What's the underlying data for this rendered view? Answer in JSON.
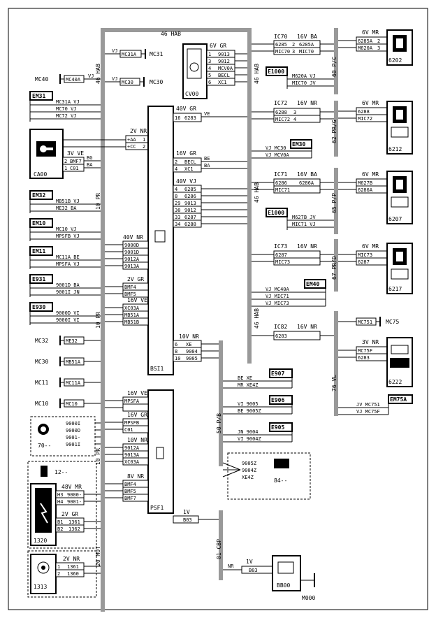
{
  "harness": {
    "h46_top": "46 HAB",
    "h46_left": "46 HAB",
    "h46_mid": "46 HAB",
    "h46_mid2": "46 HAB",
    "h46_low": "46 HAB",
    "h10_pr": "10 PR",
    "h10_pr2": "10 PR",
    "h10_pr3": "10 PR",
    "h20_mot": "20 MOT",
    "h50_pb": "50 P/B",
    "h01_cbp": "01 CBP",
    "h60_pc": "60 P/C",
    "h62_prg": "62 PR/G",
    "h65_pp": "65 P/P",
    "h67_prd": "67 PR/D",
    "h76_vl": "76 VL"
  },
  "components": {
    "mc31": "MC31",
    "mc30": "MC30",
    "mc40": "MC40",
    "mc32": "MC32",
    "mc11": "MC11",
    "mc10": "MC10",
    "mc75": "MC75",
    "m000": "M000",
    "em31": "EM31",
    "em32": "EM32",
    "em10": "EM10",
    "em11": "EM11",
    "e931": "E931",
    "e930": "E930",
    "ca00": "CA00",
    "cv00": "CV00",
    "bsi1": "BSI1",
    "psf1": "PSF1",
    "em30": "EM30",
    "e1000a": "E1000",
    "e1000b": "E1000",
    "em40": "EM40",
    "em75a": "EM75A",
    "e907": "E907",
    "e906": "E906",
    "e905": "E905",
    "c6202": "6202",
    "c6212": "6212",
    "c6207": "6207",
    "c6217": "6217",
    "c6222": "6222",
    "c70": "70--",
    "c12": "12--",
    "c1320": "1320",
    "c1313": "1313",
    "c84": "84--",
    "bb00": "BB00"
  },
  "connectors": {
    "mc31a": "MC31A",
    "mc30": "MC30",
    "mc40a": "MC40A",
    "me32": "ME32",
    "mb51a": "MB51A",
    "mc11a": "MC11A",
    "mc10": "MC10",
    "mc751": "MC751",
    "ic70": "IC70",
    "ic70_spec": "16V BA",
    "ic72": "IC72",
    "ic72_spec": "16V NR",
    "ic71": "IC71",
    "ic71_spec": "16V BA",
    "ic73": "IC73",
    "ic73_spec": "16V NR",
    "ic82": "IC82",
    "ic82_spec": "16V NR",
    "cv00_spec": "6V GR",
    "ca00_spec": "3V VE",
    "bsi_40gr": "40V GR",
    "bsi_2nr": "2V NR",
    "bsi_16gr": "16V GR",
    "bsi_40vj": "40V VJ",
    "bsi_40nr": "40V NR",
    "bsi_2gr": "2V GR",
    "bsi_16ve": "16V VE",
    "bsi_10nr": "10V NR",
    "psf_16ve": "16V VE",
    "psf_16gr": "16V GR",
    "psf_10nr": "10V NR",
    "psf_8nr": "8V NR",
    "psf_1v": "1V",
    "c6202_spec": "6V MR",
    "c6212_spec": "6V MR",
    "c6207_spec": "6V MR",
    "c6217_spec": "6V MR",
    "c6222_spec": "3V NR",
    "c1320_48": "48V MR",
    "c1320_2gr": "2V GR",
    "c1313_2nr": "2V NR",
    "bb00_1v": "1V"
  },
  "wires": {
    "mc31a_vj": "VJ",
    "mc30_vj": "VJ",
    "mc40a_vj": "VJ",
    "em31_1": "MC31A VJ",
    "em31_2": "MC70 VJ",
    "em31_3": "MC72 VJ",
    "ca_p1": "+AA",
    "ca_p2": "+CC",
    "ca_bmf7": "BMF7",
    "ca_c01": "C01",
    "ca_bg": "BG",
    "ca_ba": "BA",
    "em32_1": "MB51B VJ",
    "em32_2": "ME32 BA",
    "em10_1": "MC10 VJ",
    "em10_2": "MPSFB VJ",
    "em11_1": "MC11A BE",
    "em11_2": "MPSFA VJ",
    "e931_1": "9001D BA",
    "e931_2": "9001I JN",
    "e930_1": "9000D VI",
    "e930_2": "9000I VI",
    "bsi_6283": "6283",
    "bsi_ve": "VE",
    "bsi_becl": "BECL",
    "bsi_xc1": "XC1",
    "bsi_be": "BE",
    "bsi_ba": "BA",
    "bsi_6285": "6285",
    "bsi_6286": "6286",
    "bsi_9013": "9013",
    "bsi_9012": "9012",
    "bsi_6287": "6287",
    "bsi_6288": "6288",
    "bsi_n4": "4",
    "bsi_n8": "8",
    "bsi_n29": "29",
    "bsi_n30": "30",
    "bsi_n33": "33",
    "bsi_n34": "34",
    "bsi_9000d": "9000D",
    "bsi_9001d": "9001D",
    "bsi_9012a": "9012A",
    "bsi_9013a": "9013A",
    "bsi_bmf4": "BMF4",
    "bsi_bmf5": "BMF5",
    "bsi_xc03a": "XC03A",
    "bsi_mb51a": "MB51A",
    "bsi_mb51b": "MB51B",
    "bsi_xe": "XE",
    "bsi_9004": "9004",
    "bsi_9005": "9005",
    "psf_mpsfa": "MPSFA",
    "psf_mpsfb": "MPSFB",
    "psf_c01": "C01",
    "psf_9012a": "9012A",
    "psf_9013a": "9013A",
    "psf_xc03a": "XC03A",
    "psf_bmf4": "BMF4",
    "psf_bmf5": "BMF5",
    "psf_bmf7": "BMF7",
    "psf_b03": "B03",
    "cv_9013": "9013",
    "cv_9012": "9012",
    "cv_mcv0a": "MCV0A",
    "cv_becl": "BECL",
    "cv_xc1": "XC1",
    "ic70_6285": "6285",
    "ic70_6285a": "6285A",
    "ic70_mic70": "MIC70",
    "ic70_mic70b": "MIC70",
    "e1000_1": "M620A VJ",
    "e1000_2": "MIC70 JV",
    "em30_1": "VJ   MC30",
    "em30_2": "VJ   MCV0A",
    "ic72_6288": "6288",
    "ic72_mic72": "MIC72",
    "ic71_6286": "6286",
    "ic71_6286a": "6286A",
    "ic71_mic71": "MIC71",
    "e1000b_1": "M627B JV",
    "e1000b_2": "MIC71 VJ",
    "ic73_6287": "6287",
    "ic73_mic73": "MIC73",
    "em40_1": "VJ   MC40A",
    "em40_2": "VJ   MIC71",
    "em40_3": "VJ   MIC73",
    "ic82_6283": "6283",
    "e907_1": "BE    XE",
    "e907_2": "MR   XE4Z",
    "e906_1": "VI   9005",
    "e906_2": "BE   9005Z",
    "e905_1": "JN   9004",
    "e905_2": "VI   9004Z",
    "c84_1": "9005Z",
    "c84_2": "9004Z",
    "c84_3": "XE4Z",
    "c6202_1": "6285A",
    "c6202_2": "M620A",
    "c6212_1": "6288",
    "c6212_2": "MIC72",
    "c6207_1": "M627B",
    "c6207_2": "6286A",
    "c6217_1": "MIC73",
    "c6217_2": "6287",
    "c6222_1": "MC75F",
    "c6222_2": "6283",
    "em75a_1": "JV   MC751",
    "em75a_2": "VJ   MC75F",
    "c70_1": "9000I",
    "c70_2": "9000D",
    "c70_3": "9001-",
    "c70_4": "9001I",
    "c1320_1": "9000-",
    "c1320_2": "9001-",
    "c1320_3": "1361",
    "c1320_4": "1362",
    "c1313_1": "1361",
    "c1313_2": "1360",
    "bb00_b03": "B03",
    "bb00_nr": "NR"
  }
}
